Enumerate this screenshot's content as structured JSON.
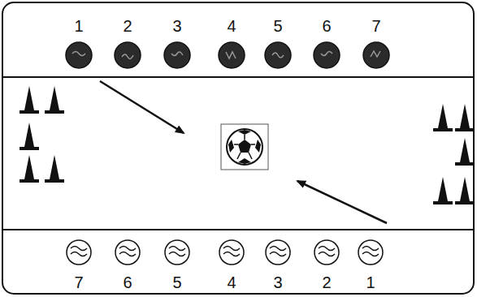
{
  "diagram": {
    "labels": [
      "1",
      "2",
      "3",
      "4",
      "5",
      "6",
      "7",
      "7",
      "6",
      "5",
      "4",
      "3",
      "2",
      "1"
    ]
  }
}
